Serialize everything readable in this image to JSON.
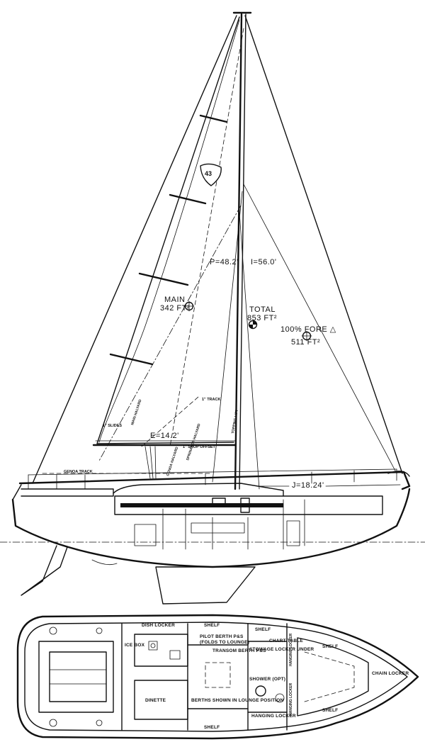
{
  "sail_plan": {
    "logo_number": "43",
    "main_label": "MAIN",
    "main_area": "342 FT²",
    "p_dim": "P=48.2'",
    "i_dim": "I=56.0'",
    "total_label": "TOTAL",
    "total_area": "853 FT²",
    "fore_label": "100% FORE △",
    "fore_area": "511 FT²",
    "e_dim": "E=14.2'",
    "j_dim": "J=18.24'",
    "genoa_track": "GENOA TRACK",
    "track_label": "1\" TRACK",
    "slides_label": "1\" SLIDES",
    "shop_offset": "1\" SHOP OFFSET",
    "halyard_labels": [
      "MAIN HALYARD",
      "GENOA HALYARD",
      "SPINNAKER HALYARD",
      "TOPPING LIFT"
    ]
  },
  "accommodation": {
    "labels": {
      "dish_locker": "DISH LOCKER",
      "shelf_top": "SHELF",
      "shelf_top2": "SHELF",
      "shelf_fwd_top": "SHELF",
      "shelf_fwd_bottom": "SHELF",
      "shelf_bottom": "SHELF",
      "pilot_berth": "PILOT BERTH P&S",
      "pilot_berth_note": "(FOLDS TO LOUNGE)",
      "ice_box": "ICE BOX",
      "transom_berth": "TRANSOM BERTH P&S",
      "stowage_locker": "STOWAGE LOCKER UNDER",
      "chart_table": "CHART TABLE",
      "hanging_locker_top": "HANGING LOCKER",
      "hanging_locker_bottom": "HANGING LOCKER",
      "hanging_locker_vert": "HANGING LOCKER",
      "shower": "SHOWER (OPT)",
      "chain_locker": "CHAIN LOCKER",
      "dinette": "DINETTE",
      "berths_note": "BERTHS SHOWN IN LOUNGE POSITION"
    }
  }
}
